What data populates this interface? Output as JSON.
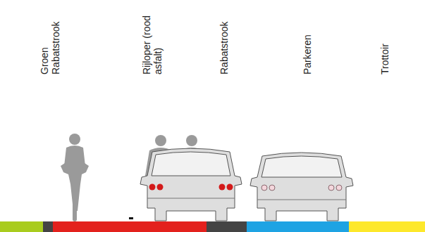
{
  "diagram": {
    "labels": [
      "Groen Rabatstrook",
      "Rijloper (rood asfalt)",
      "Rabatstrook",
      "Parkeren",
      "Trottoir"
    ]
  }
}
